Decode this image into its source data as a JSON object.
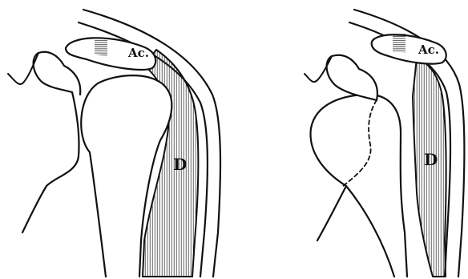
{
  "panels": [
    {
      "labels": {
        "acromion": "Ac.",
        "deltoid": "D"
      }
    },
    {
      "labels": {
        "acromion": "Ac.",
        "deltoid": "D"
      }
    }
  ],
  "colors": {
    "ink": "#111111",
    "paper": "#ffffff"
  }
}
